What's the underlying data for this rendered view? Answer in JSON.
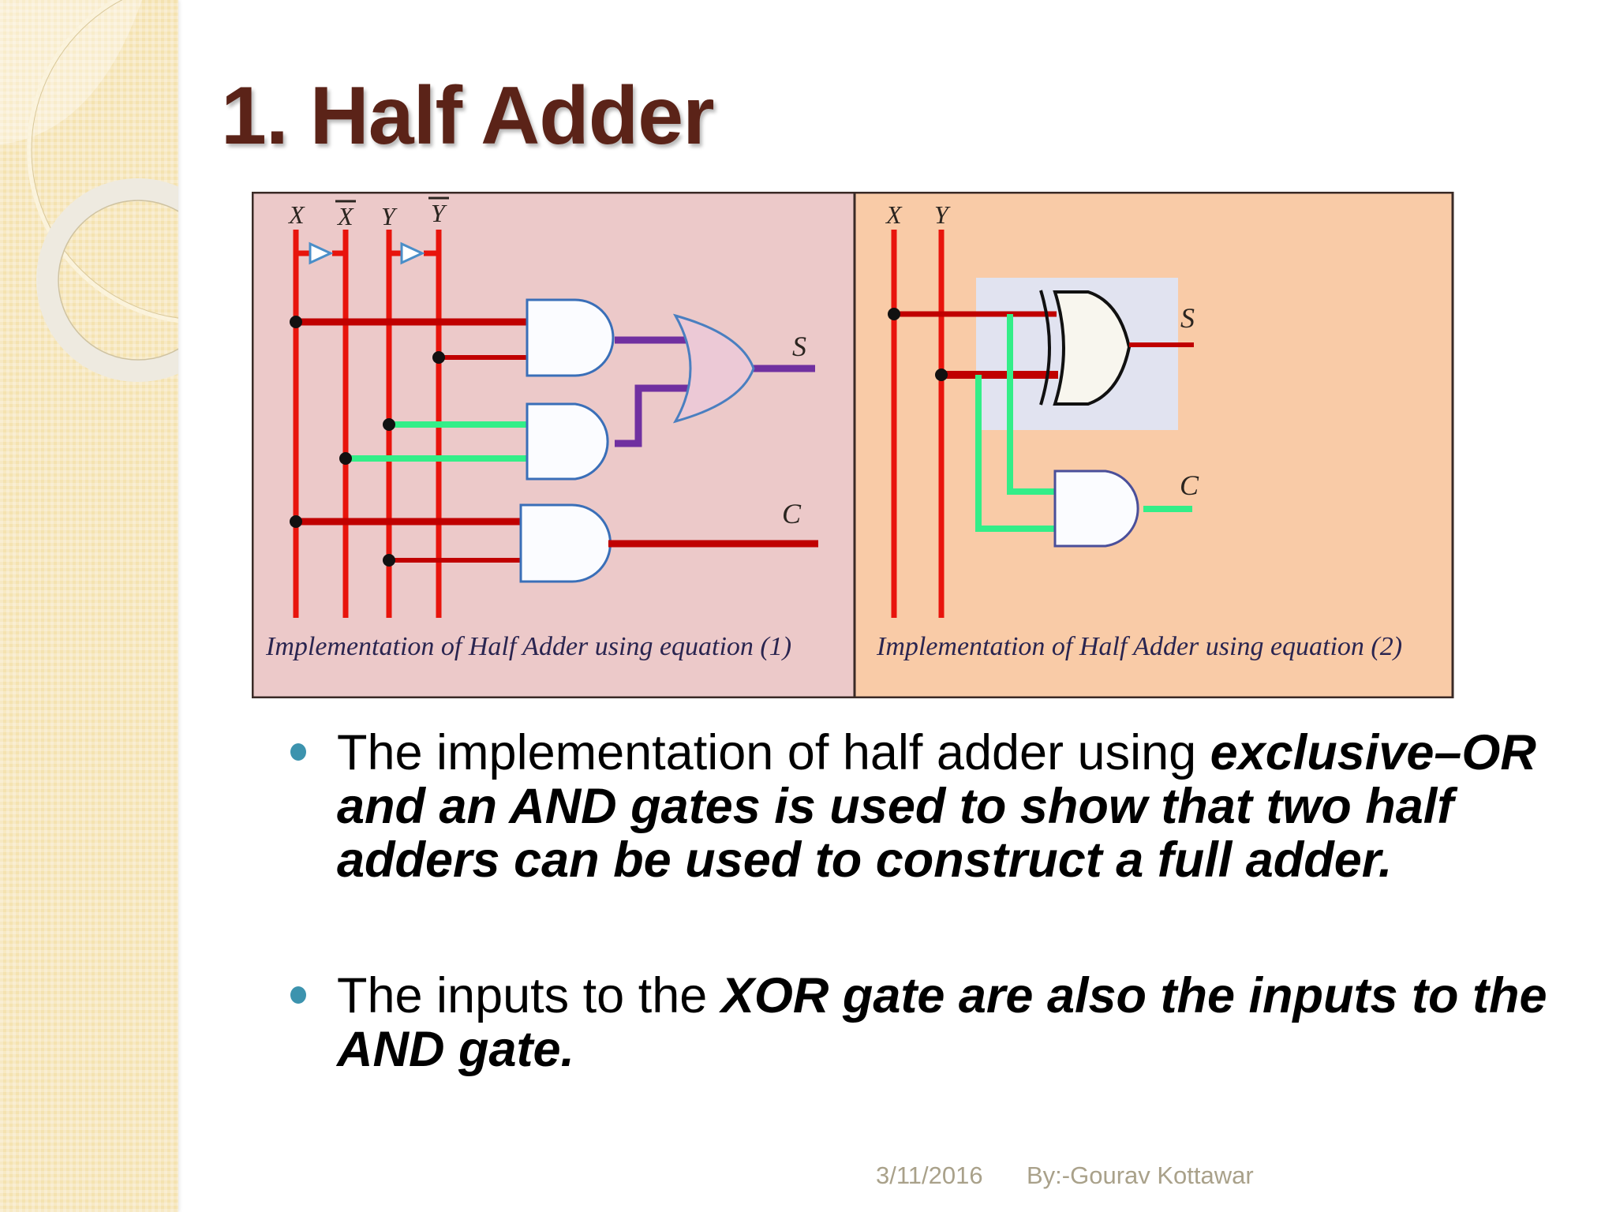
{
  "slide": {
    "title": "1. Half Adder",
    "colors": {
      "title": "#5b2318",
      "bullet": "#3c93ae",
      "footer": "#a9a18a",
      "sidebar": "#f4e2b0",
      "panel_left": "#ecc9c9",
      "panel_right": "#f9cba7",
      "wire_red": "#e8140c",
      "wire_darkred": "#c00000",
      "wire_green": "#33ee88",
      "wire_purple": "#7030a0"
    }
  },
  "figure": {
    "left_panel": {
      "inputs": [
        "X",
        "X̄",
        "Y",
        "Ȳ"
      ],
      "outputs": [
        "S",
        "C"
      ],
      "caption": "Implementation of Half Adder using equation (1)"
    },
    "right_panel": {
      "inputs": [
        "X",
        "Y"
      ],
      "outputs": [
        "S",
        "C"
      ],
      "caption": "Implementation of Half Adder using equation (2)"
    }
  },
  "bullets": [
    {
      "plain": "The implementation of half adder using ",
      "emphasis": "exclusive–OR and an AND gates is used to show that two half adders can be used to construct a full adder."
    },
    {
      "plain": "The inputs to the ",
      "emphasis": "XOR gate are also the inputs to the AND gate."
    }
  ],
  "footer": {
    "date": "3/11/2016",
    "author": "By:-Gourav Kottawar"
  }
}
